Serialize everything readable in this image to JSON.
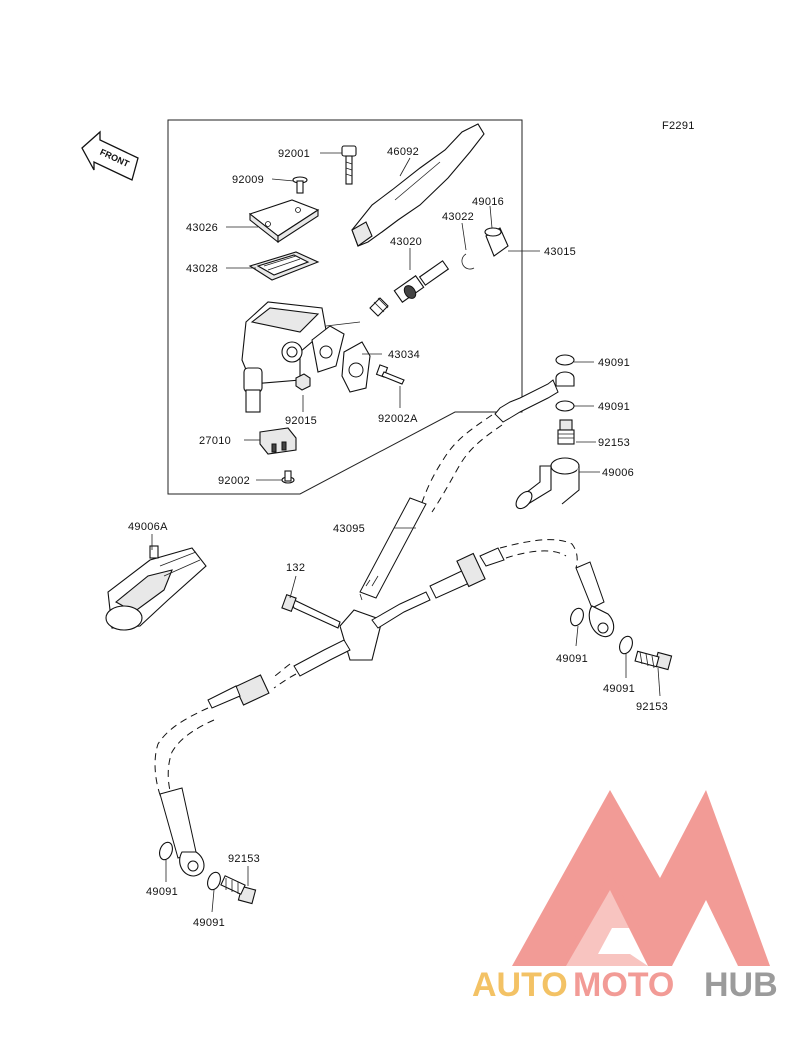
{
  "figure_code": "F2291",
  "front_arrow_text": "FRONT",
  "callouts": {
    "c92001": "92001",
    "c46092": "46092",
    "c92009": "92009",
    "c43026": "43026",
    "c43022": "43022",
    "c49016": "49016",
    "c43020": "43020",
    "c43015": "43015",
    "c43028": "43028",
    "c43034": "43034",
    "c92015": "92015",
    "c92002A": "92002A",
    "c27010": "27010",
    "c92002": "92002",
    "c49091_a": "49091",
    "c49091_b": "49091",
    "c92153_a": "92153",
    "c49006": "49006",
    "c43095": "43095",
    "c49006A": "49006A",
    "c132": "132",
    "c49091_c": "49091",
    "c49091_d": "49091",
    "c92153_b": "92153",
    "c92153_c": "92153",
    "c49091_e": "49091",
    "c49091_f": "49091"
  },
  "watermark": {
    "brand_part1": "AUTO",
    "brand_part2": "MOTO",
    "brand_part3": "HUB",
    "color_orange": "#f2b84b",
    "color_red": "#f08a84",
    "color_gray": "#8a8a8a"
  }
}
